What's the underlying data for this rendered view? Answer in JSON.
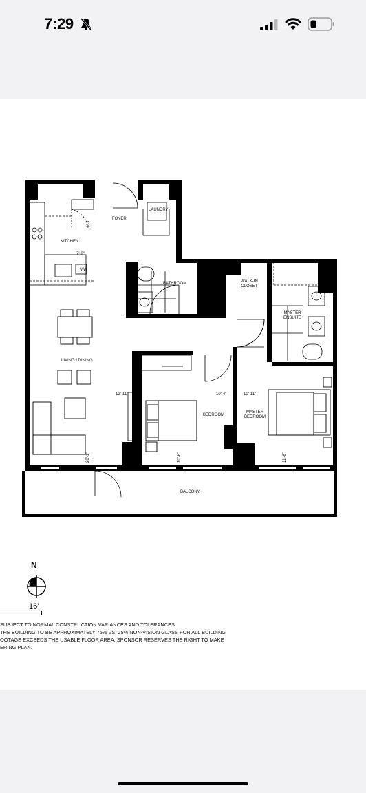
{
  "status_bar": {
    "time": "7:29",
    "icons": [
      "bell-slash-icon",
      "cellular-signal-icon",
      "wifi-icon",
      "battery-icon"
    ]
  },
  "floor_plan": {
    "rooms": {
      "foyer": "FOYER",
      "laundry": "LAUNDRY",
      "kitchen": "KITCHEN",
      "mw": "MW",
      "bathroom": "BATHROOM",
      "walk_in_closet": "WALK-IN\nCLOSET",
      "master_ensuite": "MASTER\nENSUITE",
      "living_dining": "LIVING / DINING",
      "bedroom": "BEDROOM",
      "master_bedroom": "MASTER\nBEDROOM",
      "balcony": "BALCONY"
    },
    "dimensions": {
      "kitchen_depth": "10'-3\"",
      "kitchen_width": "7'-2\"",
      "living_width": "12'-11\"",
      "living_depth": "20'-1\"",
      "bedroom_width": "10'-4\"",
      "bedroom_depth": "10'-6\"",
      "master_width": "10'-11\"",
      "master_depth": "11'-6\""
    }
  },
  "legend": {
    "north_label": "N",
    "scale_label": "16'",
    "notes": [
      "SUBJECT TO NORMAL CONSTRUCTION VARIANCES AND TOLERANCES.",
      "THE BUILDING TO BE APPROXIMATELY 75% VS. 25% NON-VISION GLASS FOR ALL BUILDING",
      "OOTAGE EXCEEDS THE USABLE FLOOR AREA. SPONSOR RESERVES THE RIGHT TO MAKE",
      "ERING PLAN."
    ]
  }
}
